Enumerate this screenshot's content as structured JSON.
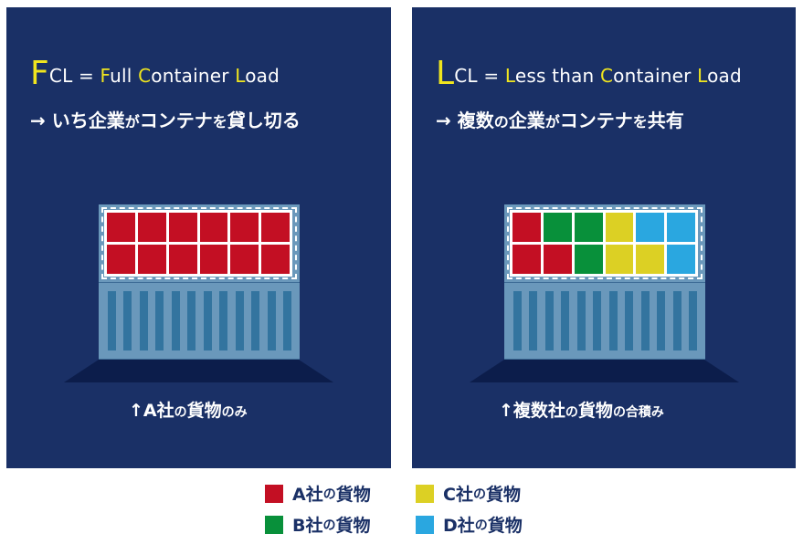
{
  "colors": {
    "panel_bg": "#1a3066",
    "accent_yellow": "#f0e51e",
    "company_a": "#c30f23",
    "company_b": "#08903a",
    "company_c": "#dcd024",
    "company_d": "#2aa7e0",
    "container_body": "#6a98bb",
    "container_rib": "#33749f",
    "floor": "#0c1d4b"
  },
  "fcl": {
    "title_big": "F",
    "title_rest": "CL = ",
    "title_w1_init": "F",
    "title_w1_rest": "ull ",
    "title_w2_init": "C",
    "title_w2_rest": "ontainer ",
    "title_w3_init": "L",
    "title_w3_rest": "oad",
    "subtitle_a": "→ いち企業",
    "subtitle_b": "が",
    "subtitle_c": "コンテナ",
    "subtitle_d": "を",
    "subtitle_e": "貸し切る",
    "caption_a": "↑A社",
    "caption_b": "の",
    "caption_c": "貨物",
    "caption_d": "のみ",
    "cargo": [
      "A",
      "A",
      "A",
      "A",
      "A",
      "A",
      "A",
      "A",
      "A",
      "A",
      "A",
      "A"
    ]
  },
  "lcl": {
    "title_big": "L",
    "title_rest": "CL = ",
    "title_w1_init": "L",
    "title_w1_rest": "ess than ",
    "title_w2_init": "C",
    "title_w2_rest": "ontainer ",
    "title_w3_init": "L",
    "title_w3_rest": "oad",
    "subtitle_a": "→ 複数",
    "subtitle_b": "の",
    "subtitle_c": "企業",
    "subtitle_d": "が",
    "subtitle_e": "コンテナ",
    "subtitle_f": "を",
    "subtitle_g": "共有",
    "caption_a": "↑複数社",
    "caption_b": "の",
    "caption_c": "貨物",
    "caption_d": "の合積み",
    "cargo": [
      "A",
      "B",
      "B",
      "C",
      "D",
      "D",
      "A",
      "A",
      "B",
      "C",
      "C",
      "D"
    ]
  },
  "legend": [
    {
      "key": "A",
      "label_a": "A社",
      "label_b": "の",
      "label_c": "貨物",
      "color": "#c30f23"
    },
    {
      "key": "B",
      "label_a": "B社",
      "label_b": "の",
      "label_c": "貨物",
      "color": "#08903a"
    },
    {
      "key": "C",
      "label_a": "C社",
      "label_b": "の",
      "label_c": "貨物",
      "color": "#dcd024"
    },
    {
      "key": "D",
      "label_a": "D社",
      "label_b": "の",
      "label_c": "貨物",
      "color": "#2aa7e0"
    }
  ]
}
